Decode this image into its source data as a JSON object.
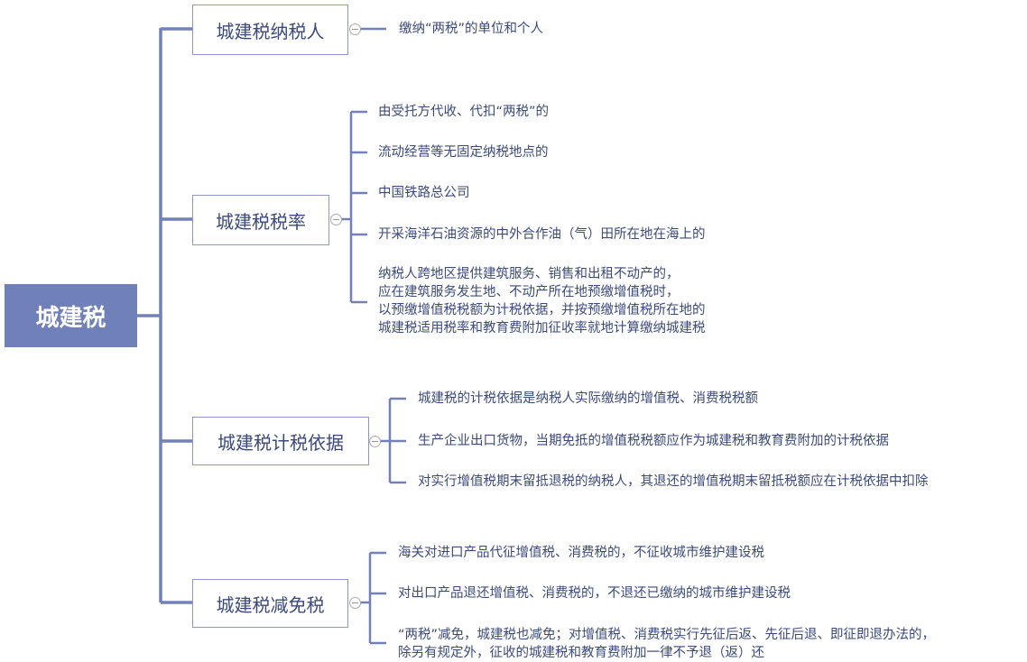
{
  "root": {
    "label": "城建税"
  },
  "branches": [
    {
      "label": "城建税纳税人",
      "items": [
        "缴纳“两税”的单位和个人"
      ]
    },
    {
      "label": "城建税税率",
      "items": [
        "由受托方代收、代扣“两税”的",
        "流动经营等无固定纳税地点的",
        "中国铁路总公司",
        "开采海洋石油资源的中外合作油（气）田所在地在海上的",
        "纳税人跨地区提供建筑服务、销售和出租不动产的，\n应在建筑服务发生地、不动产所在地预缴增值税时，\n以预缴增值税税额为计税依据，并按预缴增值税所在地的\n城建税适用税率和教育费附加征收率就地计算缴纳城建税"
      ]
    },
    {
      "label": "城建税计税依据",
      "items": [
        "城建税的计税依据是纳税人实际缴纳的增值税、消费税税额",
        "生产企业出口货物，当期免抵的增值税税额应作为城建税和教育费附加的计税依据",
        "对实行增值税期末留抵退税的纳税人，其退还的增值税期末留抵税额应在计税依据中扣除"
      ]
    },
    {
      "label": "城建税减免税",
      "items": [
        "海关对进口产品代征增值税、消费税的，不征收城市维护建设税",
        "对出口产品退还增值税、消费税的，不退还已缴纳的城市维护建设税",
        "“两税”减免，城建税也减免；对增值税、消费税实行先征后返、先征后退、即征即退办法的，\n除另有规定外，征收的城建税和教育费附加一律不予退（返）还"
      ]
    }
  ],
  "colors": {
    "accent": "#7080b8",
    "text": "#3b4a7a"
  }
}
